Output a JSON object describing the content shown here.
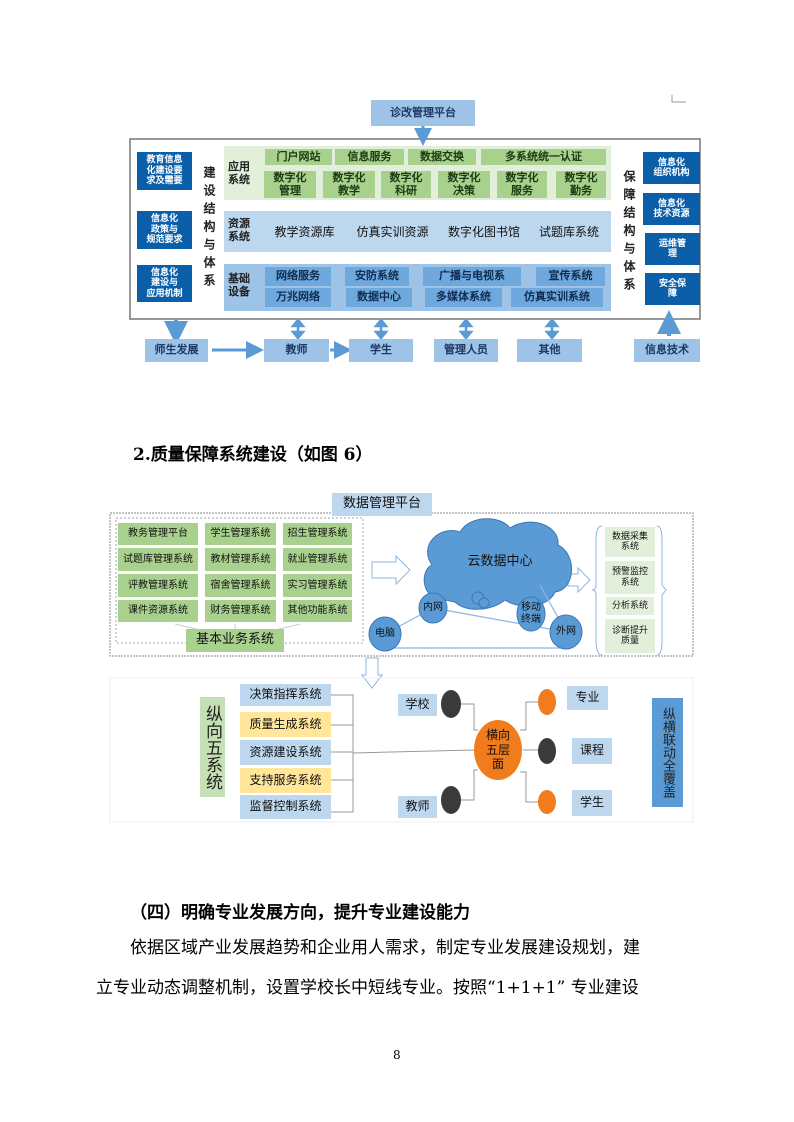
{
  "diagram1": {
    "platform": "诊改管理平台",
    "left_boxes": [
      "教育信息\n化建设要\n求及需要",
      "信息化\n政策与\n规范要求",
      "信息化\n建设与\n应用机制"
    ],
    "left_vertical": "建设结构与体系",
    "app": {
      "label": "应用\n系统",
      "row1": [
        "门户网站",
        "信息服务",
        "数据交换",
        "多系统统一认证"
      ],
      "row2": [
        "数字化\n管理",
        "数字化\n教学",
        "数字化\n科研",
        "数字化\n决策",
        "数字化\n服务",
        "数字化\n勤务"
      ]
    },
    "resource": {
      "label": "资源\n系统",
      "items": [
        "教学资源库",
        "仿真实训资源",
        "数字化图书馆",
        "试题库系统"
      ]
    },
    "base": {
      "label": "基础\n设备",
      "row1": [
        "网络服务",
        "安防系统",
        "广播与电视系",
        "宣传系统"
      ],
      "row2": [
        "万兆网络",
        "数据中心",
        "多媒体系统",
        "仿真实训系统"
      ]
    },
    "right_vertical": "保障结构与体系",
    "right_boxes": [
      "信息化\n组织机构",
      "信息化\n技术资源",
      "运维管\n理",
      "安全保\n障"
    ],
    "bottom": [
      "师生发展",
      "教师",
      "学生",
      "管理人员",
      "其他",
      "信息技术"
    ]
  },
  "heading2": "2.质量保障系统建设（如图 6）",
  "diagram2": {
    "platform": "数据管理平台",
    "systems": [
      "教务管理平台",
      "学生管理系统",
      "招生管理系统",
      "试题库管理系统",
      "教材管理系统",
      "就业管理系统",
      "评教管理系统",
      "宿舍管理系统",
      "实习管理系统",
      "课件资源系统",
      "财务管理系统",
      "其他功能系统"
    ],
    "basic": "基本业务系统",
    "cloud": "云数据中心",
    "nodes": [
      "内网",
      "移动\n终端",
      "电脑",
      "外网"
    ],
    "right": [
      "数据采集\n系统",
      "预警监控\n系统",
      "分析系统",
      "诊断提升\n质量"
    ]
  },
  "diagram3": {
    "vertical_label": "纵向五系统",
    "systems": [
      "决策指挥系统",
      "质量生成系统",
      "资源建设系统",
      "支持服务系统",
      "监督控制系统"
    ],
    "center": "横向\n五层\n面",
    "left_nodes": [
      "学校",
      "教师"
    ],
    "right_nodes": [
      "专业",
      "课程",
      "学生"
    ],
    "right_label": "纵横联动全覆盖"
  },
  "section4": {
    "heading": "（四）明确专业发展方向，提升专业建设能力",
    "para_line1": "依据区域产业发展趋势和企业用人需求，制定专业发展建设规划，建",
    "para_line2": "立专业动态调整机制，设置学校长中短线专业。按照“1+1+1” 专业建设"
  },
  "page_number": "8"
}
